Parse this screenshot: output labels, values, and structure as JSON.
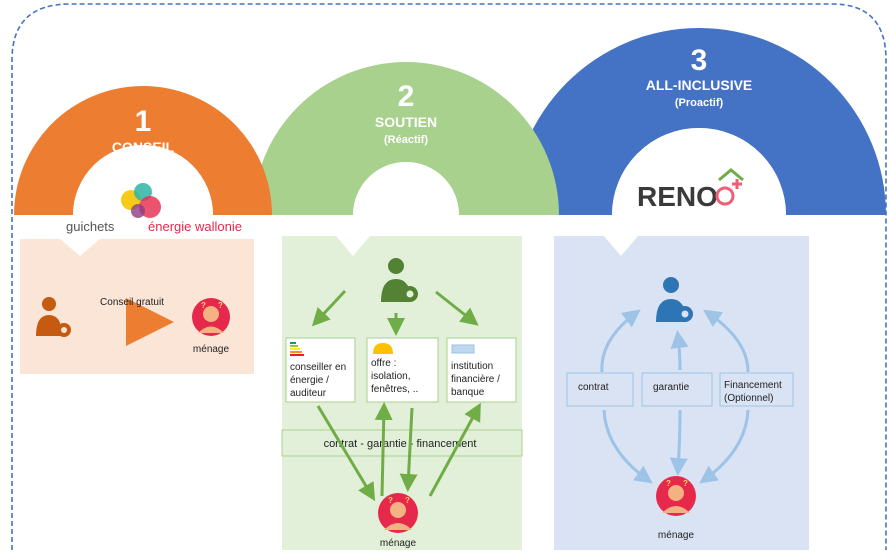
{
  "steps": [
    {
      "number": "1",
      "title": "CONSEIL",
      "subtitle": "(Réactif)"
    },
    {
      "number": "2",
      "title": "SOUTIEN",
      "subtitle": "(Réactif)"
    },
    {
      "number": "3",
      "title": "ALL-INCLUSIVE",
      "subtitle": "(Proactif)"
    }
  ],
  "logos": {
    "guichets_left": "guichets",
    "guichets_right": "énergie wallonie",
    "reno": "RENO"
  },
  "panel1": {
    "arrow_label": "Conseil gratuit",
    "household": "ménage"
  },
  "panel2": {
    "boxes": [
      [
        "conseiller en",
        "énergie /",
        "auditeur"
      ],
      [
        "offre :",
        "isolation,",
        "fenêtres, .."
      ],
      [
        "institution",
        "financière /",
        "banque"
      ]
    ],
    "bar": "contrat - garantie - financement",
    "household": "ménage"
  },
  "panel3": {
    "boxes": [
      [
        "contrat"
      ],
      [
        "garantie"
      ],
      [
        "Financement",
        "(Optionnel)"
      ]
    ],
    "household": "ménage"
  },
  "colors": {
    "orange": "#ED7D31",
    "green": "#A9D18E",
    "blue": "#4472C4",
    "panel1_bg": "#FBE5D6",
    "panel2_bg": "#E2F0D9",
    "panel3_bg": "#DAE3F3",
    "dashed_border": "#4472C4"
  }
}
